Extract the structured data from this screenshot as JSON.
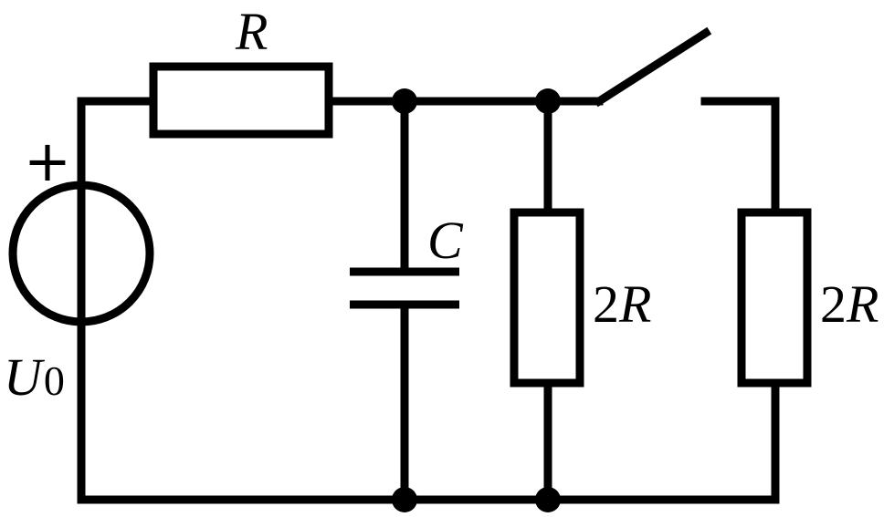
{
  "labels": {
    "series_resistor": "R",
    "capacitor": "C",
    "middle_resistor_coef": "2",
    "middle_resistor_sym": "R",
    "right_resistor_coef": "2",
    "right_resistor_sym": "R",
    "source_symbol": "U",
    "source_subscript": "0",
    "source_polarity": "+"
  },
  "colors": {
    "line": "#000000",
    "background": "#ffffff"
  }
}
